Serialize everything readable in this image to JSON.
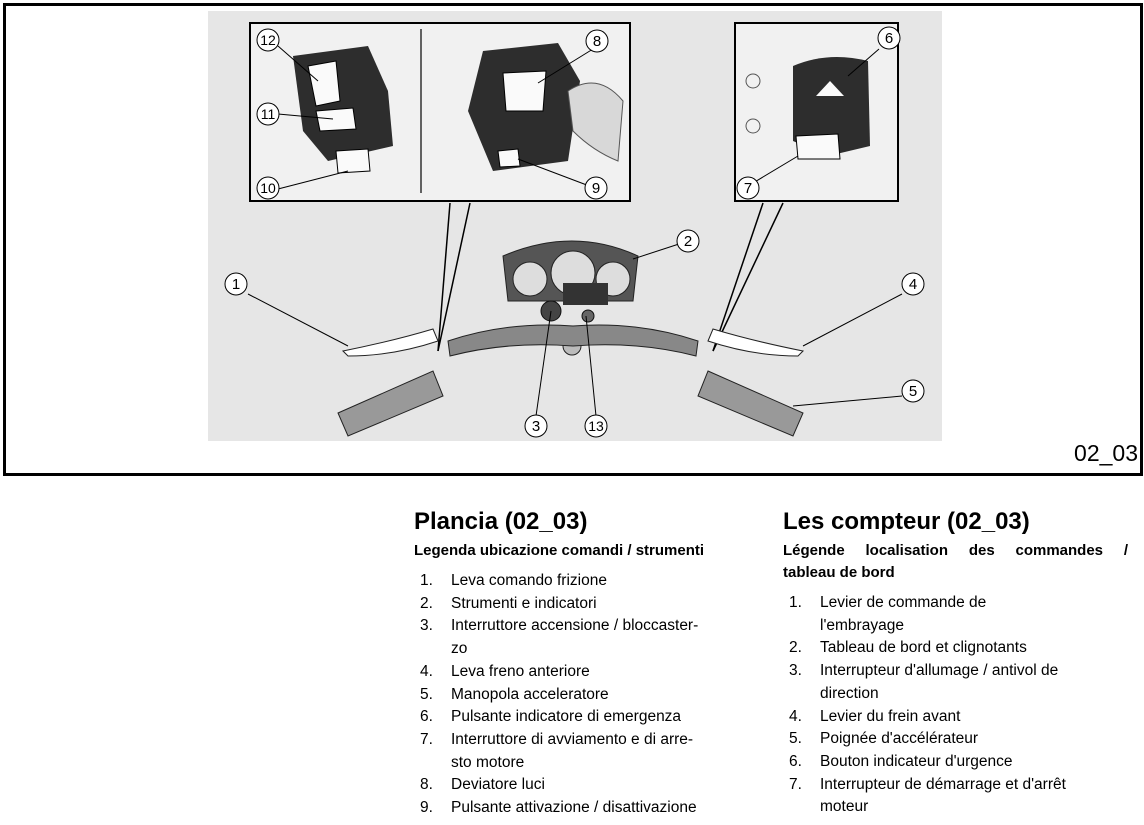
{
  "figure": {
    "code": "02_03",
    "callouts": [
      "1",
      "2",
      "3",
      "4",
      "5",
      "6",
      "7",
      "8",
      "9",
      "10",
      "11",
      "12",
      "13"
    ]
  },
  "italian": {
    "title": "Plancia (02_03)",
    "subtitle": "Legenda ubicazione comandi / strumenti",
    "items": [
      {
        "num": "1.",
        "lines": [
          "Leva comando frizione"
        ]
      },
      {
        "num": "2.",
        "lines": [
          "Strumenti e indicatori"
        ]
      },
      {
        "num": "3.",
        "lines": [
          "Interruttore accensione / bloccaster-",
          "zo"
        ]
      },
      {
        "num": "4.",
        "lines": [
          "Leva freno anteriore"
        ]
      },
      {
        "num": "5.",
        "lines": [
          "Manopola acceleratore"
        ]
      },
      {
        "num": "6.",
        "lines": [
          "Pulsante indicatore di emergenza"
        ]
      },
      {
        "num": "7.",
        "lines": [
          "Interruttore di avviamento e di arre-",
          "sto motore"
        ]
      },
      {
        "num": "8.",
        "lines": [
          "Deviatore luci"
        ]
      },
      {
        "num": "9.",
        "lines": [
          "Pulsante attivazione / disattivazione"
        ]
      }
    ]
  },
  "french": {
    "title": "Les compteur (02_03)",
    "subtitle_lines": [
      "Légende localisation des commandes /",
      "tableau de bord"
    ],
    "items": [
      {
        "num": "1.",
        "lines": [
          "Levier de commande de",
          "l'embrayage"
        ]
      },
      {
        "num": "2.",
        "lines": [
          "Tableau de bord et clignotants"
        ]
      },
      {
        "num": "3.",
        "lines": [
          "Interrupteur d'allumage / antivol de",
          "direction"
        ]
      },
      {
        "num": "4.",
        "lines": [
          "Levier du frein avant"
        ]
      },
      {
        "num": "5.",
        "lines": [
          "Poignée d'accélérateur"
        ]
      },
      {
        "num": "6.",
        "lines": [
          "Bouton indicateur d'urgence"
        ]
      },
      {
        "num": "7.",
        "lines": [
          "Interrupteur de démarrage et d'arrêt",
          "moteur"
        ]
      }
    ]
  }
}
